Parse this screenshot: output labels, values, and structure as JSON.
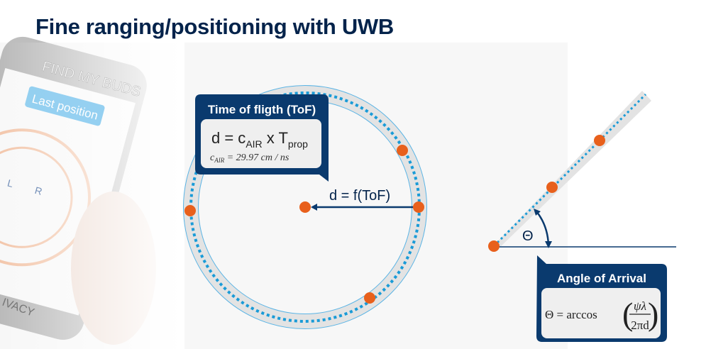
{
  "title": "Fine ranging/positioning with UWB",
  "phone": {
    "header": "FIND MY BUDS",
    "button": "Last position",
    "left_bud": "L",
    "right_bud": "R",
    "footer": "IVACY"
  },
  "tof": {
    "title": "Time of fligth (ToF)",
    "formula_d": "d = c",
    "formula_air": "AIR",
    "formula_x": " x T",
    "formula_prop": "prop",
    "speed_c": "c",
    "speed_air": "AIR",
    "speed_value": " = 29.97 cm / ns",
    "distance_label": "d = f(ToF)"
  },
  "aoa": {
    "title": "Angle of Arrival",
    "theta": "Θ",
    "formula_lhs": "Θ = arccos",
    "numerator": "ψλ",
    "denominator": "2πd"
  },
  "colors": {
    "navy": "#03234b",
    "box": "#0a3a6e",
    "orange": "#e8601c",
    "ring": "#5ab4e5",
    "dots": "#1a9bd7"
  }
}
